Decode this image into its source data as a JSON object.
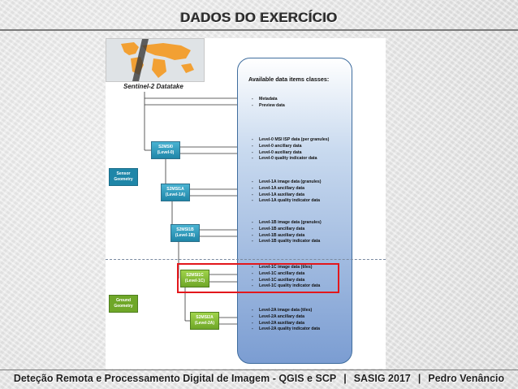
{
  "slide": {
    "title": "DADOS DO EXERCÍCIO",
    "footer": {
      "course": "Deteção Remota e Processamento Digital de Imagem - QGIS e SCP",
      "separator": "|",
      "event": "SASIG 2017",
      "author": "Pedro Venâncio"
    }
  },
  "diagram": {
    "datatake_label": "Sentinel-2 Datatake",
    "classes_title": "Available data items classes:",
    "side_labels": [
      {
        "line1": "Sensor",
        "line2": "Geometry",
        "color": "#1f86a8"
      },
      {
        "line1": "Ground",
        "line2": "Geometry",
        "color": "#6fa728"
      }
    ],
    "levels": [
      {
        "line1": "S2MSI0",
        "line2": "(Level-0)",
        "color": "#2aa3c8"
      },
      {
        "line1": "S2MSI1A",
        "line2": "(Level-1A)",
        "color": "#2aa3c8"
      },
      {
        "line1": "S2MSI1B",
        "line2": "(Level-1B)",
        "color": "#2aa3c8"
      },
      {
        "line1": "S2MSI1C",
        "line2": "(Level-1C)",
        "color": "#86bf3a"
      },
      {
        "line1": "S2MSI2A",
        "line2": "(Level-2A)",
        "color": "#86bf3a"
      }
    ],
    "item_groups": [
      {
        "items": [
          "Metadata",
          "Preview data"
        ]
      },
      {
        "items": [
          "Level-0 MSI ISP data (per granules)",
          "Level-0 ancillary data",
          "Level-0 auxiliary data",
          "Level-0 quality indicator data"
        ]
      },
      {
        "items": [
          "Level-1A image data (granules)",
          "Level-1A ancillary data",
          "Level-1A auxiliary data",
          "Level-1A quality indicator data"
        ]
      },
      {
        "items": [
          "Level-1B image data (granules)",
          "Level-1B ancillary data",
          "Level-1B auxiliary data",
          "Level-1B quality indicator data"
        ]
      },
      {
        "items": [
          "Level-1C image data (tiles)",
          "Level-1C ancillary data",
          "Level-1C auxiliary data",
          "Level-1C quality indicator data"
        ]
      },
      {
        "items": [
          "Level-2A image data (tiles)",
          "Level-2A ancillary data",
          "Level-2A auxiliary data",
          "Level-2A quality indicator data"
        ]
      }
    ],
    "highlight_color": "#e3171c"
  }
}
